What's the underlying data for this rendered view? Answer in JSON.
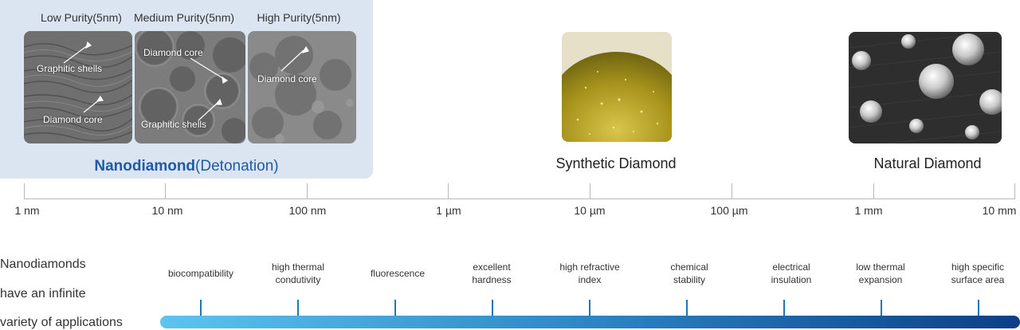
{
  "nanodiamond": {
    "title_bold": "Nanodiamond",
    "title_rest": "(Detonation)",
    "purities": [
      {
        "label": "Low Purity(5nm)",
        "notes": [
          "Graphitic shells",
          "Diamond core"
        ]
      },
      {
        "label": "Medium Purity(5nm)",
        "notes": [
          "Diamond core",
          "Graphitic shells"
        ]
      },
      {
        "label": "High Purity(5nm)",
        "notes": [
          "Diamond core"
        ]
      }
    ]
  },
  "synthetic": {
    "label": "Synthetic Diamond"
  },
  "natural": {
    "label": "Natural Diamond"
  },
  "scale": {
    "ticks": [
      "1 nm",
      "10 nm",
      "100 nm",
      "1 µm",
      "10 µm",
      "100 µm",
      "1 mm",
      "10 mm"
    ]
  },
  "applications": {
    "intro": [
      "Nanodiamonds",
      "have an infinite",
      "variety of applications"
    ],
    "items": [
      [
        "biocompatibility"
      ],
      [
        "high thermal",
        "condutivity"
      ],
      [
        "fluorescence"
      ],
      [
        "excellent",
        "hardness"
      ],
      [
        "high refractive",
        "index"
      ],
      [
        "chemical",
        "stability"
      ],
      [
        "electrical",
        "insulation"
      ],
      [
        "low thermal",
        "expansion"
      ],
      [
        "high specific",
        "surface area"
      ]
    ]
  },
  "colors": {
    "accent": "#1f5aa6",
    "panel": "#dbe5f1",
    "gradient_start": "#5dc4ee",
    "gradient_end": "#0b3f87"
  }
}
